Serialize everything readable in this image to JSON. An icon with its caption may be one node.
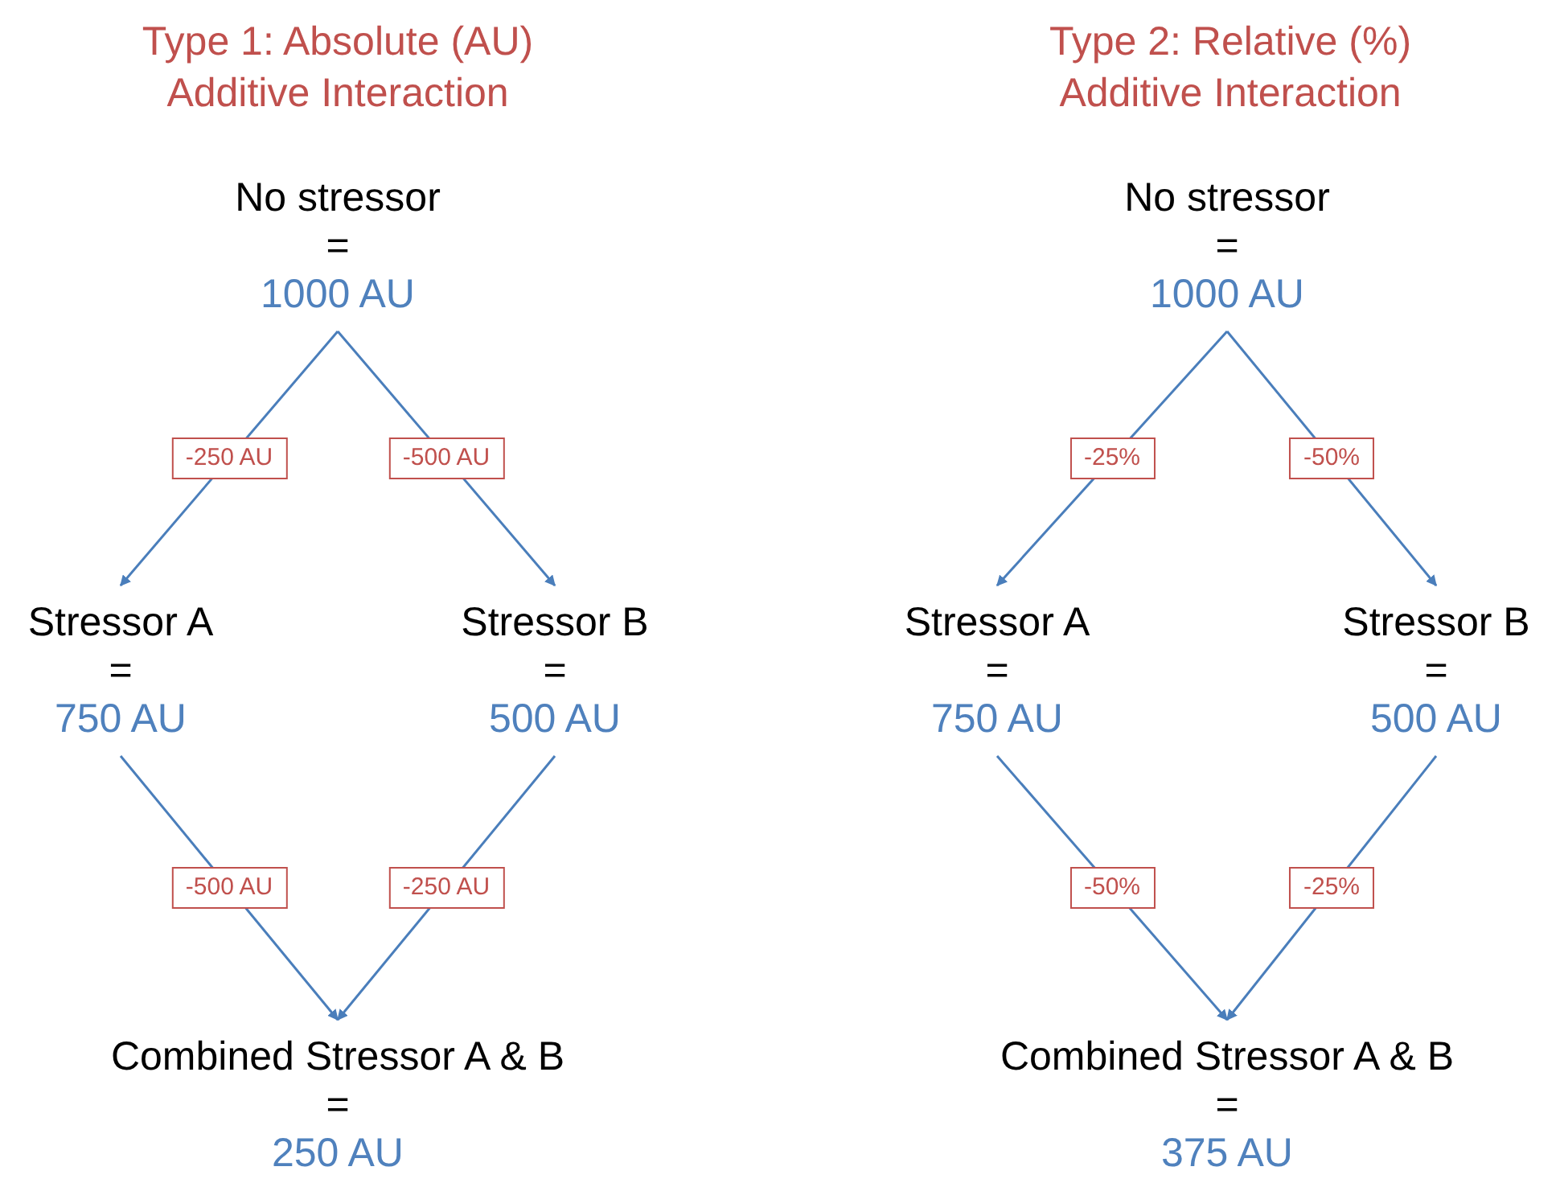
{
  "diagram": {
    "nodes": [
      {
        "text": [
          "No stressor",
          "=",
          "1000 AU"
        ]
      },
      {
        "text": [
          "Stressor A",
          "=",
          "750 AU"
        ]
      },
      {
        "text": [
          "Stressor B",
          "=",
          "500 AU"
        ]
      },
      {
        "text": [
          "Combined Stressor A & B",
          "=",
          "250 AU"
        ]
      },
      {
        "text": [
          "No stressor",
          "=",
          "1000 AU"
        ]
      },
      {
        "text": [
          "Stressor A",
          "=",
          "750 AU"
        ]
      },
      {
        "text": [
          "Stressor B",
          "=",
          "500 AU"
        ]
      },
      {
        "text": [
          "Combined Stressor A & B",
          "=",
          "375 AU"
        ]
      }
    ],
    "edges": [
      {
        "from": 0,
        "to": 1,
        "arrow": "to",
        "label": "-250 AU"
      },
      {
        "from": 0,
        "to": 2,
        "arrow": "to",
        "label": "-500 AU"
      },
      {
        "from": 1,
        "to": 3,
        "arrow": "to",
        "label": "-500 AU"
      },
      {
        "from": 2,
        "to": 3,
        "arrow": "to",
        "label": "-250 AU"
      },
      {
        "from": 4,
        "to": 5,
        "arrow": "to",
        "label": "-25%"
      },
      {
        "from": 4,
        "to": 6,
        "arrow": "to",
        "label": "-50%"
      },
      {
        "from": 5,
        "to": 7,
        "arrow": "to",
        "label": "-50%"
      },
      {
        "from": 6,
        "to": 7,
        "arrow": "to",
        "label": "-25%"
      }
    ],
    "labels": [
      "Type 1: Absolute (AU) Additive Interaction",
      "Type 2: Relative (%) Additive Interaction"
    ]
  }
}
